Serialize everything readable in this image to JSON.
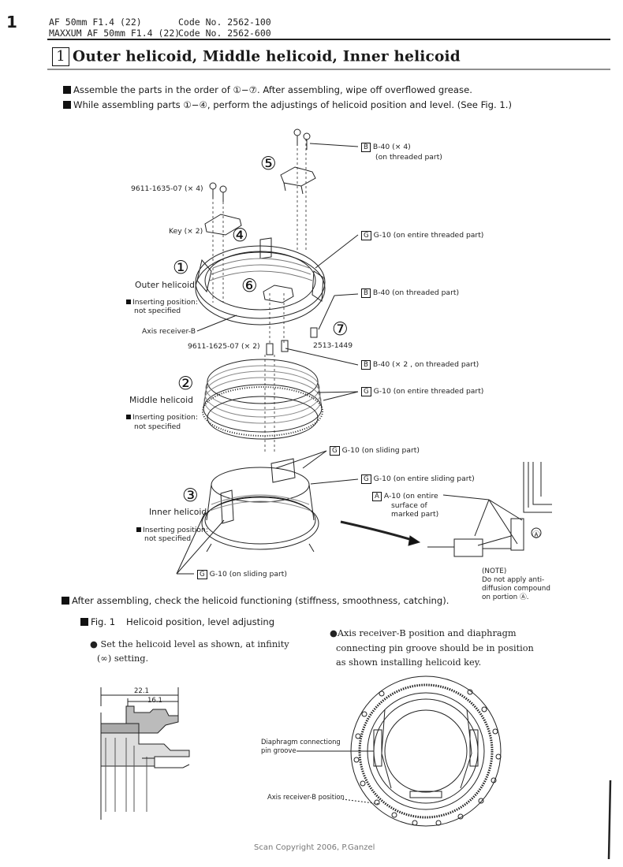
{
  "page_number": "1",
  "header": {
    "line1_model": "AF 50mm F1.4 (22)",
    "line1_code": "Code No. 2562-100",
    "line2_model": "MAXXUM AF 50mm F1.4 (22)",
    "line2_code": "Code No. 2562-600"
  },
  "section": {
    "number": "1",
    "title": "Outer helicoid, Middle helicoid, Inner helicoid"
  },
  "instructions": [
    "Assemble the parts in the order of ①−⑦. After assembling, wipe off overflowed grease.",
    "While assembling parts ①−④, perform the adjustings of helicoid position and level. (See Fig. 1.)"
  ],
  "parts": {
    "p1": {
      "num": "①",
      "name": "Outer helicoid",
      "note1": "Inserting position:",
      "note2": "not specified"
    },
    "p2": {
      "num": "②",
      "name": "Middle helicoid",
      "note1": "Inserting position:",
      "note2": "not specified"
    },
    "p3": {
      "num": "③",
      "name": "Inner helicoid",
      "note1": "Inserting position:",
      "note2": "not specified"
    },
    "p4": {
      "num": "④",
      "name": "Key (× 2)"
    },
    "p5": {
      "num": "⑤"
    },
    "p6": {
      "num": "⑥"
    },
    "p7": {
      "num": "⑦",
      "code": "2513-1449"
    },
    "screw1": "9611-1635-07 (× 4)",
    "screw2": "9611-1625-07 (× 2)",
    "axis_receiver": "Axis receiver-B"
  },
  "callouts": {
    "c1": {
      "box": "B",
      "text": "B-40 (× 4)",
      "sub": "(on threaded part)"
    },
    "c2": {
      "box": "G",
      "text": "G-10 (on entire threaded part)"
    },
    "c3": {
      "box": "B",
      "text": "B-40 (on threaded part)"
    },
    "c4": {
      "box": "B",
      "text": "B-40 (× 2 , on threaded part)"
    },
    "c5": {
      "box": "G",
      "text": "G-10 (on entire threaded part)"
    },
    "c6": {
      "box": "G",
      "text": "G-10 (on sliding part)"
    },
    "c7": {
      "box": "G",
      "text": "G-10 (on entire sliding part)"
    },
    "c8": {
      "box": "A",
      "text": "A-10 (on entire",
      "sub1": "surface of",
      "sub2": "marked part)"
    },
    "c9": {
      "box": "G",
      "text": "G-10 (on sliding part)"
    }
  },
  "note_box": {
    "title": "(NOTE)",
    "l1": "Do not apply anti-",
    "l2": "diffusion compound",
    "l3": "on portion Ⓐ.",
    "marker": "Ⓐ"
  },
  "after_text": "After assembling, check the helicoid functioning (stiffness, smoothness, catching).",
  "fig": {
    "label": "Fig. 1",
    "title": "Helicoid position, level adjusting",
    "left_l1": "Set the helicoid level  as shown, at infinity",
    "left_l2": "(∞) setting.",
    "right_l1": "Axis receiver-B position and diaphragm",
    "right_l2": "connecting pin groove should be in position",
    "right_l3": "as shown installing helicoid key.",
    "dim1": "22.1",
    "dim2": "16.1",
    "pin_l1": "Diaphragm connectiong",
    "pin_l2": "pin groove",
    "axis_pos": "Axis receiver-B position"
  },
  "copyright": "Scan Copyright 2006, P.Ganzel"
}
